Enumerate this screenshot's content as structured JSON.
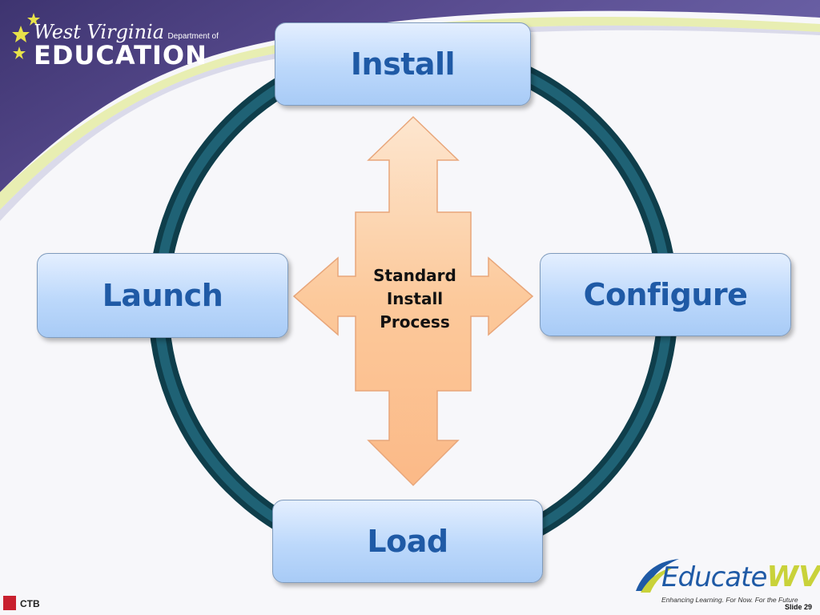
{
  "header": {
    "logo_line1": "West Virginia",
    "logo_line1b": "Department of",
    "logo_line2": "EDUCATION"
  },
  "cycle": {
    "steps": [
      "Install",
      "Configure",
      "Load",
      "Launch"
    ],
    "center_label": [
      "Standard",
      "Install",
      "Process"
    ]
  },
  "footer": {
    "brand_main": "Educate",
    "brand_accent": "WV",
    "tagline": "Enhancing Learning. For Now. For the Future",
    "slide_number": "Slide 29",
    "publisher_mark": "CTB"
  },
  "colors": {
    "box_text": "#1f5aa6",
    "ring": "#1a4f5e",
    "arrow_fill": "#fcc99b",
    "arrow_stroke": "#e8a67a",
    "header_band": "#4a3f7e"
  }
}
